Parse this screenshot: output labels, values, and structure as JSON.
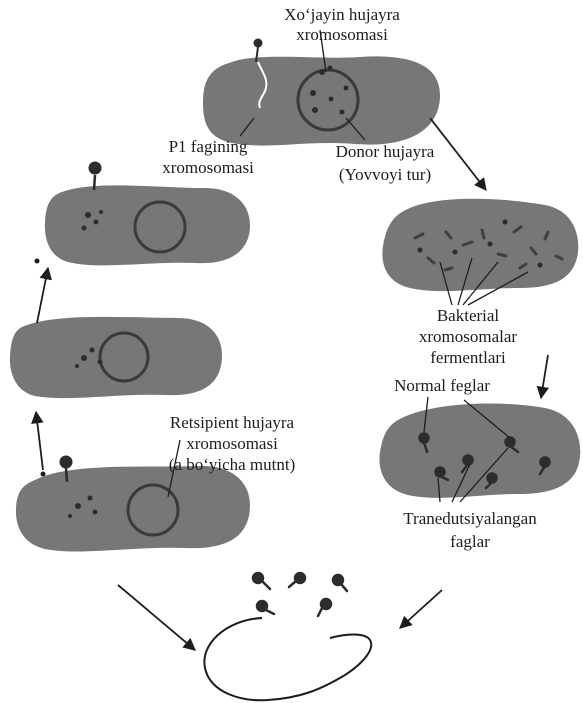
{
  "labels": {
    "host_chromosome_line1": "Xo‘jayin hujayra",
    "host_chromosome_line2": "xromosomasi",
    "p1_phage_line1": "P1 fagining",
    "p1_phage_line2": "xromosomasi",
    "donor_line1": "Donor hujayra",
    "donor_line2": "(Yovvoyi tur)",
    "bacterial_line1": "Bakterial",
    "bacterial_line2": "xromosomalar",
    "bacterial_line3": "fermentlari",
    "normal_phages": "Normal feglar",
    "recipient_line1": "Retsipient hujayra",
    "recipient_line2": "xromosomasi",
    "recipient_line3": "(a bo‘yicha mutnt)",
    "transduced_line1": "Tranedutsiyalangan",
    "transduced_line2": "faglar"
  },
  "colors": {
    "cell_fill": "#777777",
    "cell_dark": "#4a4a4a",
    "ink": "#1d1d1d",
    "background": "#ffffff"
  }
}
